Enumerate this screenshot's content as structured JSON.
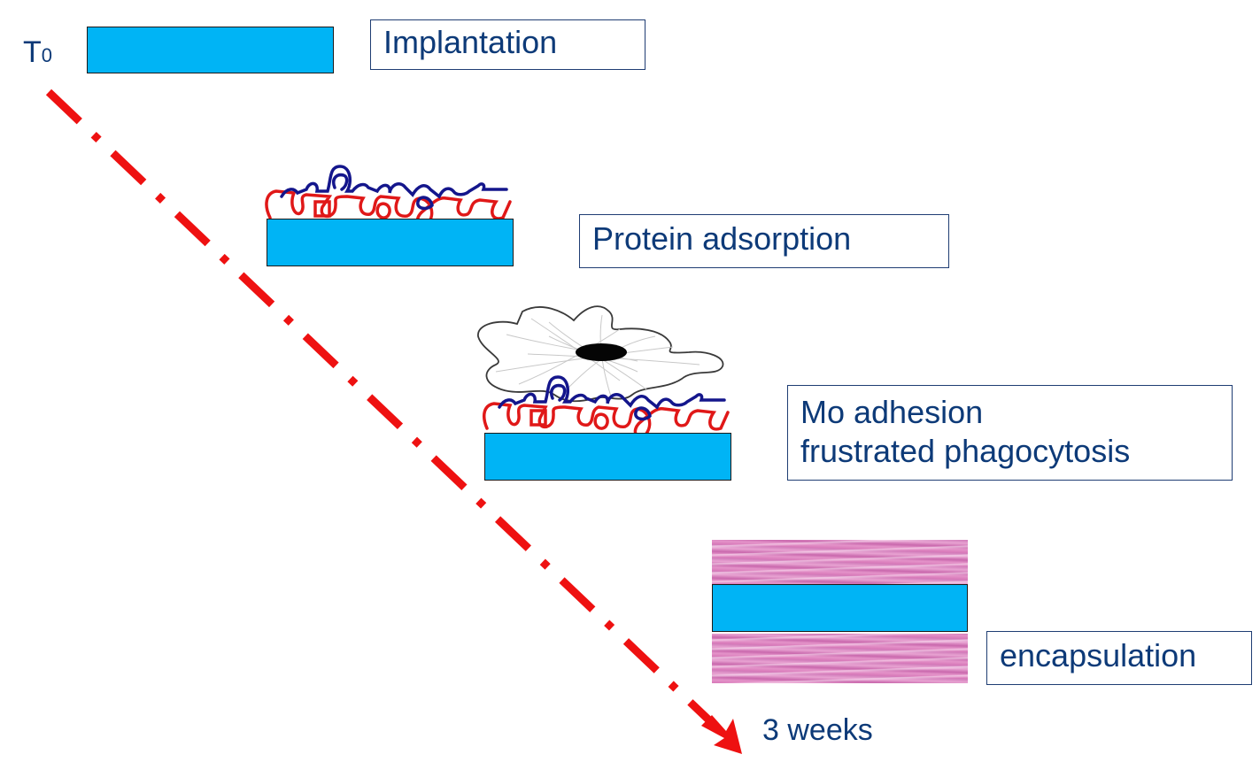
{
  "diagram": {
    "start_label": "T",
    "start_label_sub": "0",
    "end_label": "3 weeks",
    "stages": [
      {
        "lines": [
          "Implantation"
        ]
      },
      {
        "lines": [
          "Protein adsorption"
        ]
      },
      {
        "lines": [
          "Mo adhesion",
          "frustrated phagocytosis"
        ]
      },
      {
        "lines": [
          "encapsulation"
        ]
      }
    ],
    "colors": {
      "implant": "#00b4f5",
      "arrow": "#ee1111",
      "label_text": "#0d3a78",
      "protein_red": "#e01818",
      "protein_blue": "#14168c",
      "tissue": "#d777b8"
    }
  }
}
